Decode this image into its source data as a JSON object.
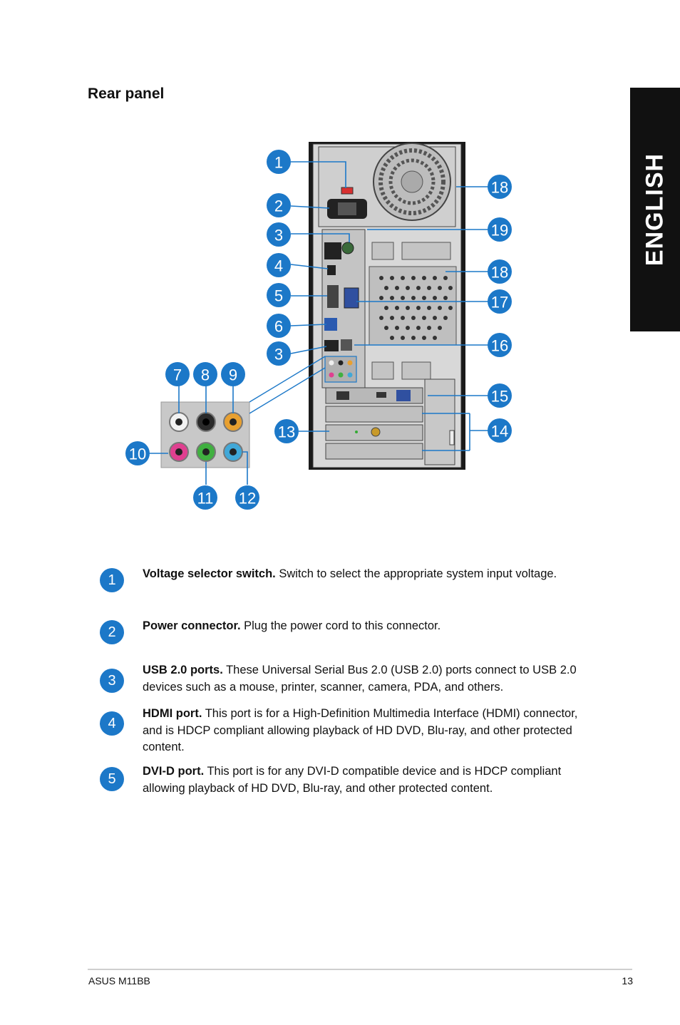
{
  "language_tab": "ENGLISH",
  "section_title": "Rear panel",
  "callouts": [
    "1",
    "2",
    "3",
    "4",
    "5",
    "6",
    "3",
    "7",
    "8",
    "9",
    "10",
    "11",
    "12",
    "13",
    "14",
    "15",
    "16",
    "17",
    "18",
    "19",
    "18"
  ],
  "descriptions": [
    {
      "num": "1",
      "title": "Voltage selector switch.",
      "body": " Switch to select the appropriate system input voltage."
    },
    {
      "num": "2",
      "title": "Power connector.",
      "body": " Plug the power cord to this connector."
    },
    {
      "num": "3",
      "title": "USB 2.0 ports.",
      "body": " These Universal Serial Bus 2.0 (USB 2.0) ports connect to USB 2.0 devices such as a mouse, printer, scanner, camera, PDA, and others."
    },
    {
      "num": "4",
      "title": "HDMI port.",
      "body": " This port is for a High-Definition Multimedia Interface (HDMI) connector, and is HDCP compliant allowing playback of HD DVD, Blu-ray, and other protected content."
    },
    {
      "num": "5",
      "title": "DVI-D port.",
      "body": " This port is for any DVI-D compatible device and is HDCP compliant allowing playback of HD DVD, Blu-ray, and other protected content."
    }
  ],
  "footer": {
    "product": "ASUS M11BB",
    "page": "13"
  },
  "colors": {
    "accent": "#1c78c8",
    "tab": "#111111"
  }
}
